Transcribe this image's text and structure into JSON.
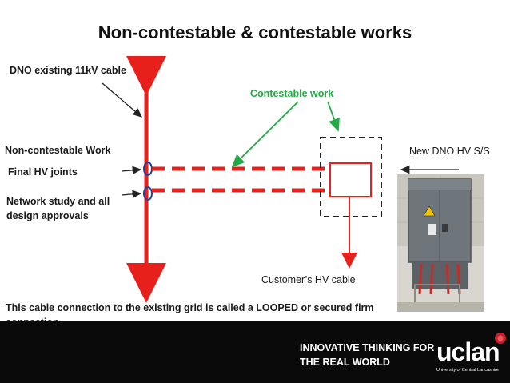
{
  "title": "Non-contestable & contestable works",
  "labels": {
    "dno_cable": "DNO existing 11kV cable",
    "contestable_work": "Contestable work",
    "non_contestable": "Non-contestable Work",
    "final_hv_joints": "Final HV joints",
    "network_study": "Network study and all design approvals",
    "new_dno_ss": "New DNO  HV S/S",
    "customer_cable": "Customer’s HV cable"
  },
  "note": "This  cable connection to the existing grid is called  a LOOPED or secured firm connection",
  "footer": {
    "tagline": "INNOVATIVE THINKING FOR THE REAL WORLD",
    "logo_text": "uclan",
    "logo_sub": "University of Central Lancashire"
  },
  "colors": {
    "cable": "#e8201c",
    "contestable": "#22aa44",
    "footer_bg": "#0a0a0a"
  }
}
